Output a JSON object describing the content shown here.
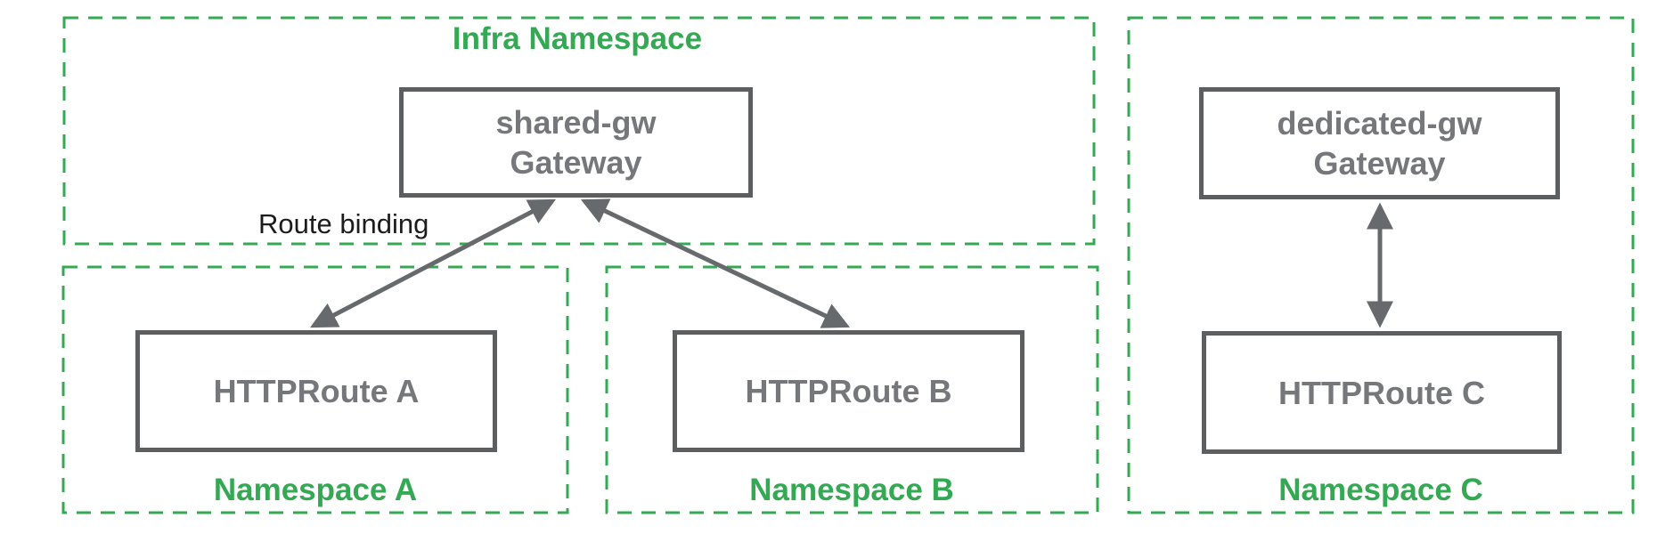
{
  "diagram": {
    "infra_namespace_label": "Infra Namespace",
    "shared_gateway": {
      "line1": "shared-gw",
      "line2": "Gateway"
    },
    "dedicated_gateway": {
      "line1": "dedicated-gw",
      "line2": "Gateway"
    },
    "namespace_a": {
      "label": "Namespace A",
      "route_label": "HTTPRoute A"
    },
    "namespace_b": {
      "label": "Namespace B",
      "route_label": "HTTPRoute B"
    },
    "namespace_c": {
      "label": "Namespace C",
      "route_label": "HTTPRoute C"
    },
    "route_binding_annotation": "Route binding",
    "colors": {
      "namespace_green": "#34a853",
      "node_border_gray": "#5c5e60",
      "node_text_gray": "#75777a",
      "arrow_gray": "#676a6d",
      "annotation_black": "#1c1c1c"
    }
  }
}
